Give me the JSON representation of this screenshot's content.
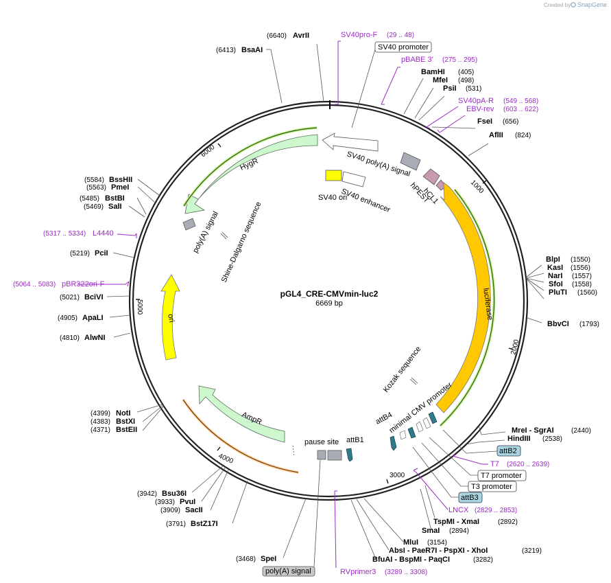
{
  "credit": {
    "created_by": "Created by",
    "brand": "SnapGene"
  },
  "plasmid": {
    "name": "pGL4_CRE-CMVmin-luc2",
    "length": "6669 bp"
  },
  "ticks": [
    "1000",
    "2000",
    "3000",
    "4000",
    "5000",
    "6000"
  ],
  "sites": [
    {
      "pos": "(6640)",
      "name": "AvrII"
    },
    {
      "pos": "(6413)",
      "name": "BsaAI"
    },
    {
      "pos": "(405)",
      "name": "BamHI"
    },
    {
      "pos": "(498)",
      "name": "MfeI"
    },
    {
      "pos": "(531)",
      "name": "PsiI"
    },
    {
      "pos": "(656)",
      "name": "FseI"
    },
    {
      "pos": "(824)",
      "name": "AflII"
    },
    {
      "pos": "(1550)",
      "name": "BlpI"
    },
    {
      "pos": "(1556)",
      "name": "KasI"
    },
    {
      "pos": "(1557)",
      "name": "NarI"
    },
    {
      "pos": "(1558)",
      "name": "SfoI"
    },
    {
      "pos": "(1560)",
      "name": "PluTI"
    },
    {
      "pos": "(1793)",
      "name": "BbvCI"
    },
    {
      "pos": "(2440)",
      "name": "MreI  - SgrAI"
    },
    {
      "pos": "(2538)",
      "name": "HindIII"
    },
    {
      "pos": "(2892)",
      "name": "TspMI  - XmaI"
    },
    {
      "pos": "(2894)",
      "name": "SmaI"
    },
    {
      "pos": "(3154)",
      "name": "MluI"
    },
    {
      "pos": "(3219)",
      "name": "AbsI  - PaeR7I  - PspXI  - XhoI"
    },
    {
      "pos": "(3282)",
      "name": "BfuAI  - BspMI  - PaqCI"
    },
    {
      "pos": "(3468)",
      "name": "SpeI"
    },
    {
      "pos": "(3791)",
      "name": "BstZ17I"
    },
    {
      "pos": "(3909)",
      "name": "SacII"
    },
    {
      "pos": "(3933)",
      "name": "PvuI"
    },
    {
      "pos": "(3942)",
      "name": "Bsu36I"
    },
    {
      "pos": "(4371)",
      "name": "BstEII"
    },
    {
      "pos": "(4383)",
      "name": "BstXI"
    },
    {
      "pos": "(4399)",
      "name": "NotI"
    },
    {
      "pos": "(4810)",
      "name": "AlwNI"
    },
    {
      "pos": "(4905)",
      "name": "ApaLI"
    },
    {
      "pos": "(5021)",
      "name": "BciVI"
    },
    {
      "pos": "(5219)",
      "name": "PciI"
    },
    {
      "pos": "(5469)",
      "name": "SalI"
    },
    {
      "pos": "(5485)",
      "name": "BstBI"
    },
    {
      "pos": "(5563)",
      "name": "PmeI"
    },
    {
      "pos": "(5584)",
      "name": "BssHII"
    }
  ],
  "primers": [
    {
      "name": "SV40pro-F",
      "range": "(29 .. 48)"
    },
    {
      "name": "pBABE 3'",
      "range": "(275 .. 295)"
    },
    {
      "name": "SV40pA-R",
      "range": "(549 .. 568)"
    },
    {
      "name": "EBV-rev",
      "range": "(603 .. 622)"
    },
    {
      "name": "T7",
      "range": "(2620 .. 2639)"
    },
    {
      "name": "LNCX",
      "range": "(2829 .. 2853)"
    },
    {
      "name": "RVprimer3",
      "range": "(3289 .. 3308)"
    },
    {
      "name": "L4440",
      "range": "(5317 .. 5334)"
    },
    {
      "name": "pBR322ori-F",
      "range": "(5064 .. 5083)"
    }
  ],
  "boxed": [
    {
      "name": "SV40 promoter",
      "style": "white"
    },
    {
      "name": "attB2",
      "style": "blue"
    },
    {
      "name": "T7 promoter",
      "style": "white"
    },
    {
      "name": "T3 promoter",
      "style": "white"
    },
    {
      "name": "attB3",
      "style": "blue"
    },
    {
      "name": "poly(A) signal",
      "style": "gray"
    }
  ],
  "features": {
    "sv40_polya": "SV40 poly(A) signal",
    "hpest": "hPEST",
    "hcl1": "hCL1",
    "sv40_enhancer": "SV40 enhancer",
    "sv40_ori": "SV40 ori",
    "hygr": "HygR",
    "polya_signal": "poly(A) signal",
    "shine_dalgarno": "Shine-Dalgarno sequence",
    "ori": "ori",
    "luciferase": "luciferase",
    "kozak": "Kozak sequence",
    "minimal_cmv": "minimal CMV promoter",
    "attb4": "attB4",
    "attb1": "attB1",
    "pause_site": "pause site",
    "ampr": "AmpR"
  },
  "colors": {
    "backbone": "#222222",
    "resistance": "#cdf7cd",
    "luciferase": "#ffc800",
    "ori": "#ffff00",
    "primer": "#9c2bc5",
    "hcl1": "#c69bb0",
    "terminator": "#a8adb5",
    "attsite": "#2e7b8c"
  }
}
